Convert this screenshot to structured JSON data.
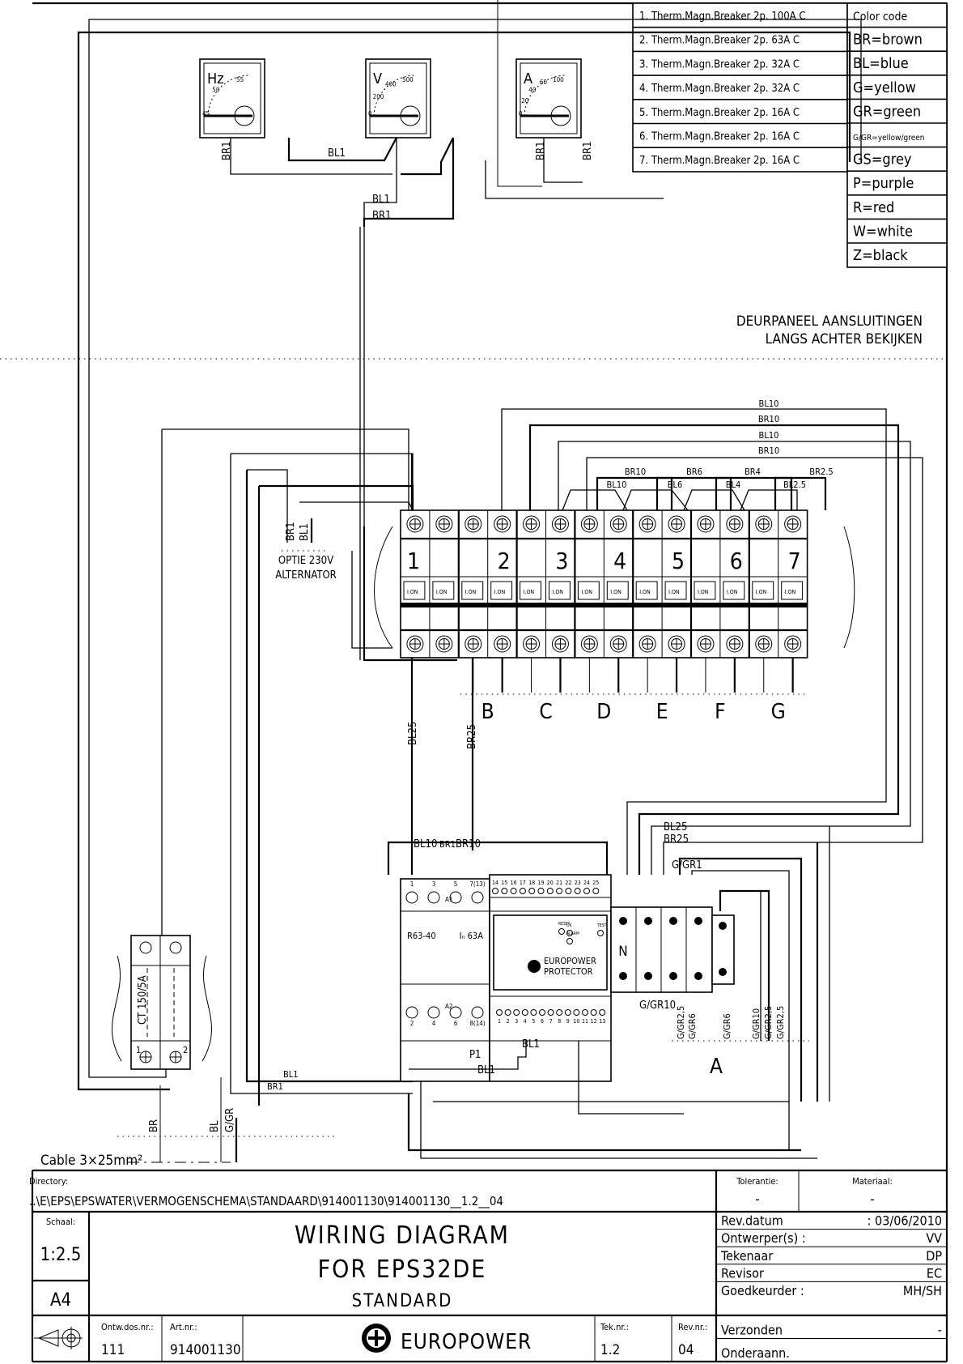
{
  "parts_list": [
    "1. Therm.Magn.Breaker 2p. 100A C",
    "2. Therm.Magn.Breaker 2p. 63A C",
    "3. Therm.Magn.Breaker 2p. 32A C",
    "4. Therm.Magn.Breaker 2p. 32A C",
    "5. Therm.Magn.Breaker 2p. 16A C",
    "6. Therm.Magn.Breaker 2p. 16A C",
    "7. Therm.Magn.Breaker 2p. 16A C"
  ],
  "color_code": {
    "header": "Color code",
    "items": [
      "BR=brown",
      "BL=blue",
      "G=yellow",
      "GR=green",
      "G/GR=yellow/green",
      "GS=grey",
      "P=purple",
      "R=red",
      "W=white",
      "Z=black"
    ]
  },
  "meters": [
    {
      "unit": "Hz",
      "scale": [
        "45",
        "50",
        "55"
      ]
    },
    {
      "unit": "V",
      "scale": [
        "0",
        "200",
        "400",
        "500"
      ]
    },
    {
      "unit": "A",
      "scale": [
        "0",
        "20",
        "40",
        "60",
        "100"
      ]
    }
  ],
  "door_panel_note": [
    "DEURPANEEL AANSLUITINGEN",
    "LANGS ACHTER BEKIJKEN"
  ],
  "wire_labels": {
    "bl1": "BL1",
    "br1": "BR1",
    "bl10": "BL10",
    "br10": "BR10",
    "bl6": "BL6",
    "br6": "BR6",
    "bl4": "BL4",
    "br4": "BR4",
    "bl25s": "BL2.5",
    "br25s": "BR2.5",
    "bl25": "BL25",
    "br25": "BR25",
    "ggr1": "G/GR1",
    "ggr10": "G/GR10",
    "ggr25": "G/GR2,5",
    "ggr6": "G/GR6",
    "p1": "P1",
    "br": "BR",
    "bl": "BL",
    "ggr": "G/GR"
  },
  "option_label": [
    "OPTIE 230V",
    "ALTERNATOR"
  ],
  "breakers": {
    "numbers": [
      "1",
      "2",
      "3",
      "4",
      "5",
      "6",
      "7"
    ],
    "switch_label": "I.ON",
    "outputs": [
      "B",
      "C",
      "D",
      "E",
      "F",
      "G"
    ]
  },
  "contactor": {
    "model": "R63-40",
    "rating": "Iₙ 63A",
    "top_terminals": [
      "1",
      "3",
      "5",
      "7(13)"
    ],
    "coil_a1": "A1",
    "coil_a2": "A2",
    "bottom_terminals": [
      "2",
      "4",
      "6",
      "8(14)"
    ]
  },
  "protector": {
    "brand": "EUROPOWER",
    "product": "PROTECTOR",
    "top_terminals": [
      "14",
      "15",
      "16",
      "17",
      "18",
      "19",
      "20",
      "21",
      "22",
      "23",
      "24",
      "25"
    ],
    "bottom_terminals": [
      "1",
      "2",
      "3",
      "4",
      "5",
      "6",
      "7",
      "8",
      "9",
      "10",
      "11",
      "12",
      "13"
    ],
    "buttons": [
      "RESET",
      "OK",
      "ALARM",
      "TEST"
    ]
  },
  "terminal_block": {
    "neutral": "N",
    "group_label": "A"
  },
  "ct": {
    "label": "CT 150/5A",
    "terminals": [
      "1",
      "2"
    ]
  },
  "cable_label": "Cable 3×25mm²",
  "title_block": {
    "directory_label": "Directory:",
    "directory_path": "..\\E\\EPS\\EPSWATER\\VERMOGENSCHEMA\\STANDAARD\\914001130\\914001130__1.2__04",
    "tolerance_label": "Tolerantie:",
    "tolerance_value": "-",
    "material_label": "Materiaal:",
    "material_value": "-",
    "scale_label": "Schaal:",
    "scale_value": "1:2.5",
    "paper_size": "A4",
    "title_line1": "WIRING DIAGRAM",
    "title_line2": "FOR EPS32DE",
    "title_line3": "STANDARD",
    "ontw_label": "Ontw.dos.nr.:",
    "ontw_value": "111",
    "art_label": "Art.nr.:",
    "art_value": "914001130",
    "company": "EUROPOWER",
    "tek_label": "Tek.nr.:",
    "tek_value": "1.2",
    "rev_label": "Rev.nr.:",
    "rev_value": "04",
    "rows": [
      {
        "label": "Rev.datum",
        "value": ": 03/06/2010"
      },
      {
        "label": "Ontwerper(s) :",
        "value": "VV"
      },
      {
        "label": "Tekenaar",
        "value": "DP"
      },
      {
        "label": "Revisor",
        "value": "EC"
      },
      {
        "label": "Goedkeurder :",
        "value": "MH/SH"
      },
      {
        "label": "Verzonden",
        "value": "-"
      },
      {
        "label": "Onderaann.",
        "value": ""
      }
    ]
  }
}
